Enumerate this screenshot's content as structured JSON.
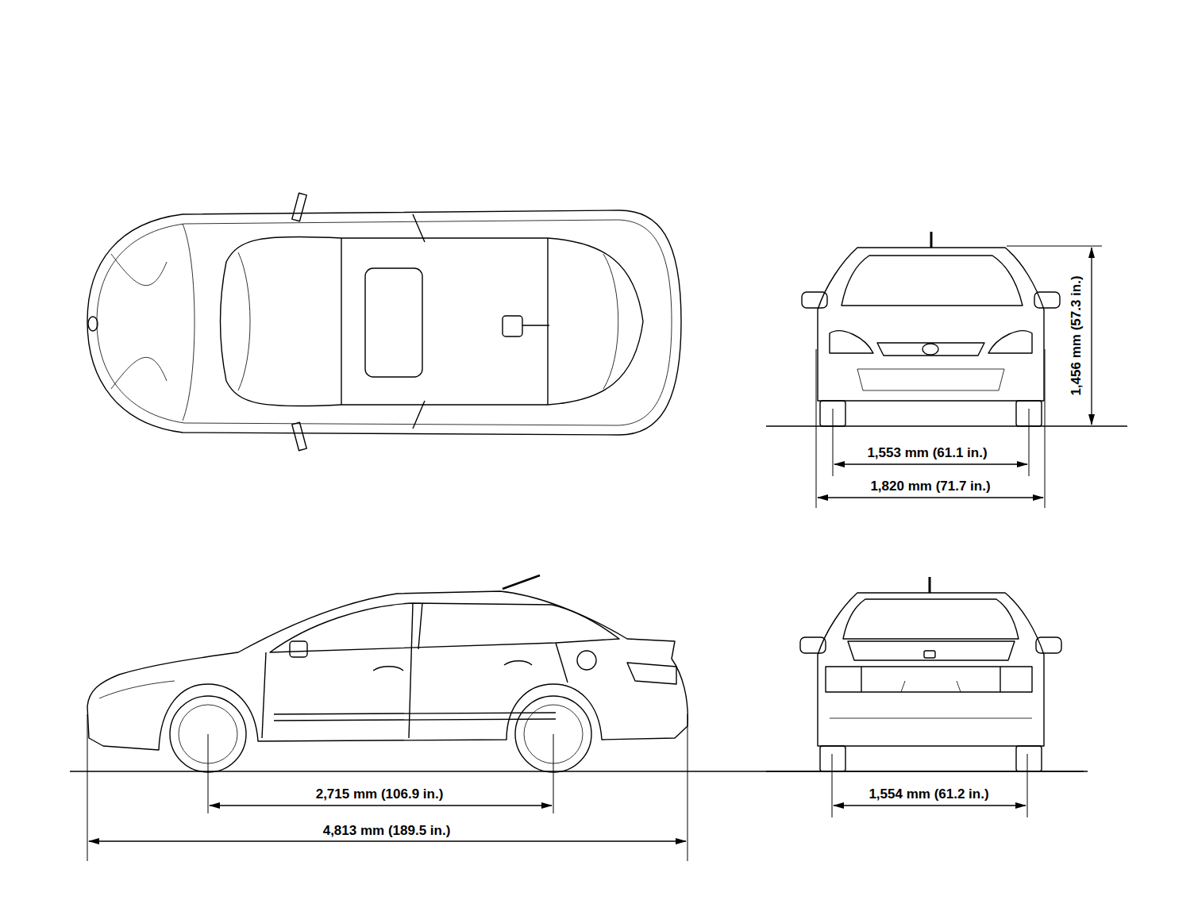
{
  "diagram": {
    "labels": [
      "1,456 mm (57.3 in.)",
      "1,553 mm (61.1 in.)",
      "1,820 mm (71.7 in.)",
      "2,715 mm (106.9 in.)",
      "4,813 mm (189.5 in.)",
      "1,554 mm (61.2 in.)"
    ]
  }
}
